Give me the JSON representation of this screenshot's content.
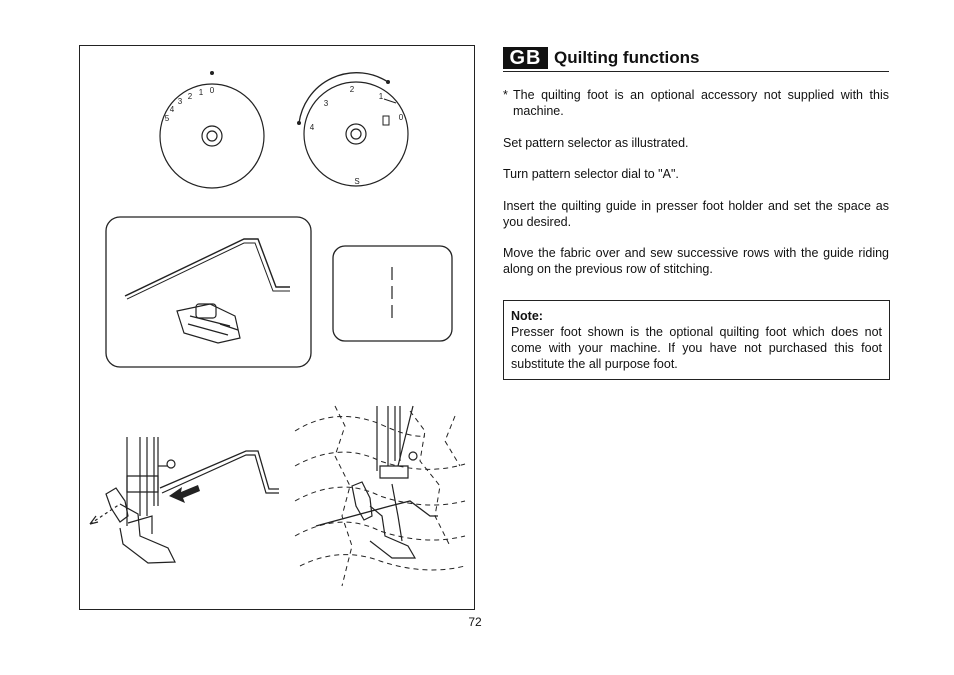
{
  "header": {
    "lang_badge": "GB",
    "title": "Quilting functions"
  },
  "body": {
    "bullet_star": "*",
    "bullet_text": "The quilting foot is an optional accessory not supplied with this machine.",
    "p1": "Set pattern selector as illustrated.",
    "p2": "Turn pattern selector dial to \"A\".",
    "p3": "Insert the quilting guide in presser foot holder and set the space as you desired.",
    "p4": "Move the fabric over and sew successive rows with the guide riding along on the previous row of stitching."
  },
  "note": {
    "title": "Note:",
    "text": "Presser foot shown is the optional quilting foot which does not come with your machine. If you have not purchased this foot substitute the all purpose foot."
  },
  "figure": {
    "dial_left": {
      "labels": [
        "0",
        "1",
        "2",
        "3",
        "4",
        "5"
      ]
    },
    "dial_right": {
      "labels": [
        "4",
        "3",
        "2",
        "1",
        "0",
        "S"
      ]
    }
  },
  "page_number": "72"
}
